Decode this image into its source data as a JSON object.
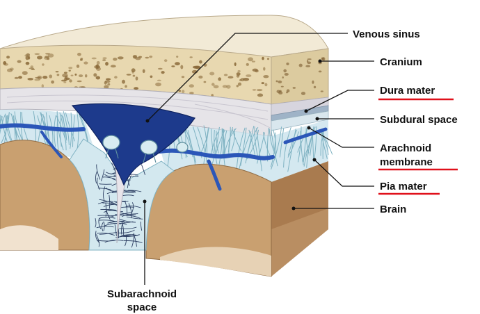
{
  "labels": {
    "venous_sinus": "Venous sinus",
    "cranium": "Cranium",
    "dura_mater": "Dura mater",
    "subdural_space": "Subdural space",
    "arachnoid_line1": "Arachnoid",
    "arachnoid_line2": "membrane",
    "pia_mater": "Pia mater",
    "brain": "Brain",
    "subarachnoid_line1": "Subarachnoid",
    "subarachnoid_line2": "space"
  },
  "colors": {
    "bone": "#e8d8b0",
    "bone_pore": "#8a6a3a",
    "dura": "#e6e4e8",
    "venous_sinus": "#1d3a8c",
    "arachnoid_web": "#cfe6ee",
    "brain_tissue": "#c9a070",
    "brain_dark": "#a97b4f",
    "label_line": "#111111",
    "underline_red": "#e0101a"
  },
  "underlined_labels": [
    "Dura mater",
    "Arachnoid membrane",
    "Pia mater"
  ]
}
